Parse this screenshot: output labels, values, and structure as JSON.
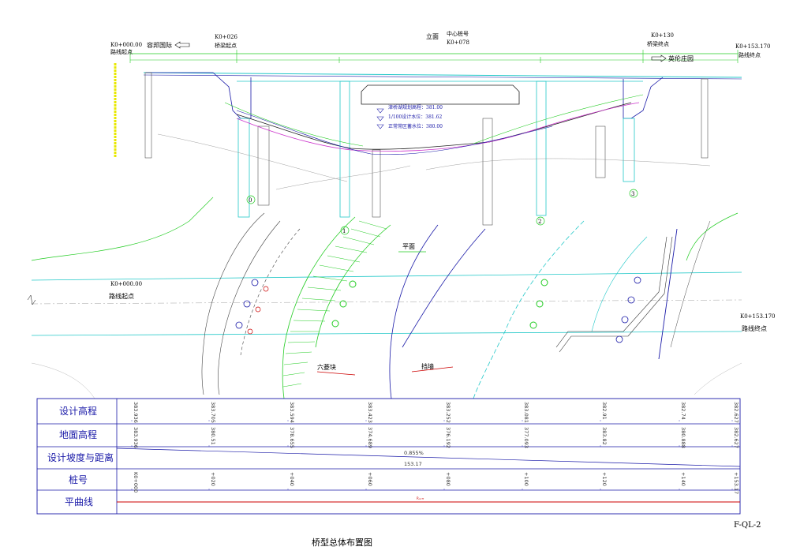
{
  "colors": {
    "green": "#22cc22",
    "cyan": "#22c8c8",
    "blue": "#1a1aa8",
    "magenta": "#cc33cc",
    "red": "#cc0000",
    "yellow": "#e8e800"
  },
  "elevation": {
    "start_label": "K0+000.00",
    "start_name": "路线起点",
    "left_dir": "容邦国际",
    "bridge_start_label": "K0+026",
    "bridge_start_name": "桥梁起点",
    "view_title": "立面",
    "center_title": "中心桩号",
    "center_value": "K0+078",
    "bridge_end_label": "K0+130",
    "bridge_end_name": "桥梁终点",
    "right_dir": "英伦庄园",
    "end_label": "K0+153.170",
    "end_name": "路线终点",
    "water_note1": "津桥湖规划高程：381.00",
    "water_note2": "1/100设计水位：381.62",
    "water_note3": "正常常区蓄水位：380.00",
    "piers": [
      "0",
      "1",
      "2",
      "3"
    ]
  },
  "plan": {
    "view_title": "平面",
    "start_label": "K0+000.00",
    "start_name": "路线起点",
    "end_label": "K0+153.170",
    "end_name": "路线终点",
    "hex_block": "六菱块",
    "retaining_wall": "挡墙"
  },
  "table": {
    "rows": [
      {
        "header": "设计高程",
        "values": [
          "383.936",
          "383.705",
          "383.594",
          "383.423",
          "383.252",
          "383.081",
          "382.91",
          "382.74",
          "382.627"
        ]
      },
      {
        "header": "地面高程",
        "values": [
          "383.936",
          "380.51",
          "378.655",
          "374.689",
          "376.192",
          "377.093",
          "383.82",
          "380.888",
          "382.627"
        ]
      },
      {
        "header": "设计坡度与距离",
        "slope": "0.855%",
        "length": "153.17"
      },
      {
        "header": "桩号",
        "values": [
          "K0+000",
          "+020",
          "+040",
          "+060",
          "+080",
          "+100",
          "+120",
          "+140",
          "+153.17"
        ]
      },
      {
        "header": "平曲线",
        "curve_note": "R=∞"
      }
    ]
  },
  "drawing_number": "F-QL-2",
  "drawing_title": "桥型总体布置图"
}
